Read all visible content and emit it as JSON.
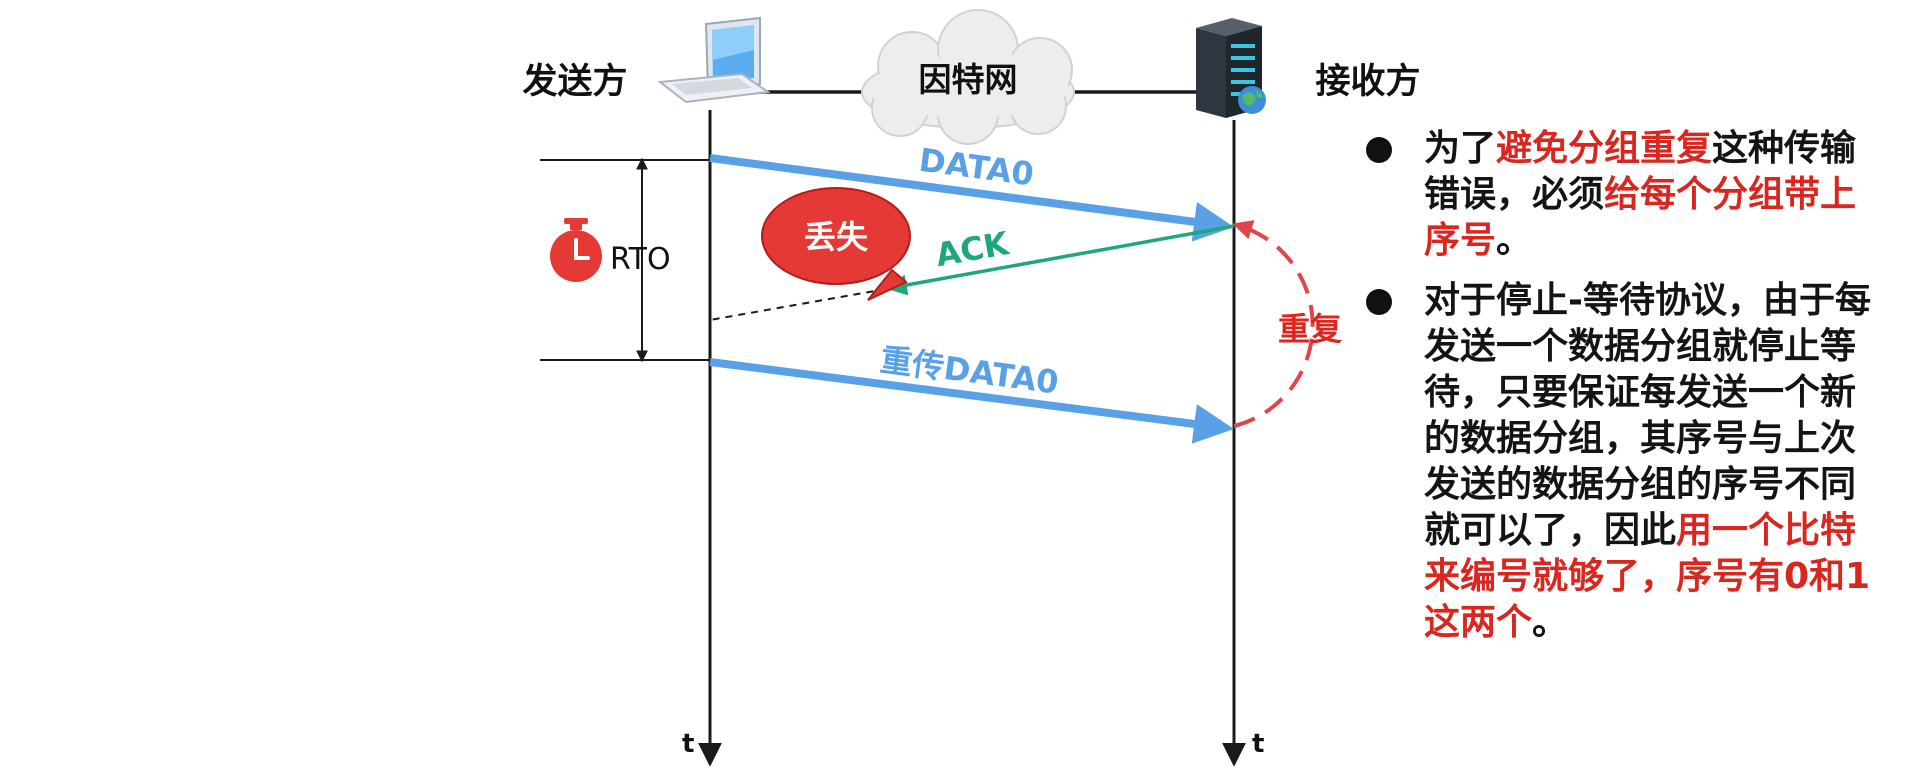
{
  "colors": {
    "timeline": "#1a1a1a",
    "data_arrow": "#5aa0e6",
    "ack_arrow": "#1fa67a",
    "highlight": "#d9261f",
    "lost_bubble": "#e53935",
    "timer_icon": "#e53935"
  },
  "participants": {
    "sender": {
      "label": "发送方",
      "icon": "laptop-icon"
    },
    "receiver": {
      "label": "接收方",
      "icon": "server-icon"
    },
    "network": {
      "label": "因特网",
      "icon": "cloud-icon"
    }
  },
  "messages": {
    "data0": "DATA0",
    "ack": "ACK",
    "lost": "丢失",
    "retransmit": "重传DATA0",
    "duplicate": "重复"
  },
  "timer": {
    "label": "RTO",
    "icon": "stopwatch-icon"
  },
  "axes": {
    "sender_time": "t",
    "receiver_time": "t"
  },
  "notes": [
    {
      "parts": [
        {
          "text": "为了",
          "highlight": false
        },
        {
          "text": "避免分组重复",
          "highlight": true
        },
        {
          "text": "这种传输错误，必须",
          "highlight": false
        },
        {
          "text": "给每个分组带上序号",
          "highlight": true
        },
        {
          "text": "。",
          "highlight": false
        }
      ]
    },
    {
      "parts": [
        {
          "text": "对于停止-等待协议，由于每发送一个数据分组就停止等待，只要保证每发送一个新的数据分组，其序号与上次发送的数据分组的序号不同就可以了，因此",
          "highlight": false
        },
        {
          "text": "用一个比特来编号就够了，序号有0和1这两个",
          "highlight": true
        },
        {
          "text": "。",
          "highlight": false
        }
      ]
    }
  ]
}
